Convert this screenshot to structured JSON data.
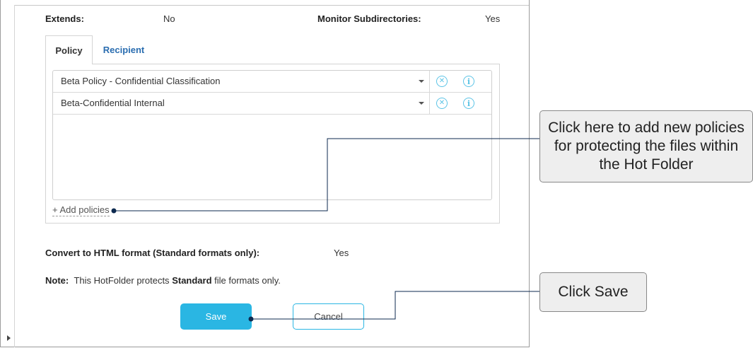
{
  "details": {
    "extends_label": "Extends:",
    "extends_value": "No",
    "monitor_label": "Monitor Subdirectories:",
    "monitor_value": "Yes"
  },
  "tabs": [
    {
      "label": "Policy",
      "active": true
    },
    {
      "label": "Recipient",
      "active": false
    }
  ],
  "policies": [
    {
      "name": "Beta Policy - Confidential Classification"
    },
    {
      "name": "Beta-Confidential Internal"
    }
  ],
  "add_policies_label": "+ Add policies",
  "convert": {
    "label": "Convert to HTML format (Standard formats only):",
    "value": "Yes"
  },
  "note": {
    "prefix": "Note:",
    "text_before": "This HotFolder protects",
    "emphasis": "Standard",
    "text_after": "file formats only."
  },
  "buttons": {
    "save": "Save",
    "cancel": "Cancel"
  },
  "callouts": {
    "add_policies": "Click here to add new policies for protecting the files within the Hot Folder",
    "save": "Click Save"
  },
  "colors": {
    "accent": "#2ab6e3",
    "link": "#2a6db0",
    "callout_bg": "#eeeeee",
    "leader_line": "#0d2a4f"
  },
  "icons": [
    "remove-icon",
    "info-icon",
    "dropdown-caret-icon"
  ]
}
